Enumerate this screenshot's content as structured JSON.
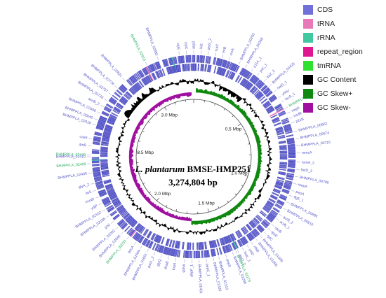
{
  "legend": {
    "items": [
      {
        "label": "CDS",
        "color": "#7070d8"
      },
      {
        "label": "tRNA",
        "color": "#e878b8"
      },
      {
        "label": "rRNA",
        "color": "#40c8a0"
      },
      {
        "label": "repeat_region",
        "color": "#e01890"
      },
      {
        "label": "tmRNA",
        "color": "#30e030"
      },
      {
        "label": "GC Content",
        "color": "#000000"
      },
      {
        "label": "GC Skew+",
        "color": "#108810"
      },
      {
        "label": "GC Skew-",
        "color": "#a010a0"
      }
    ]
  },
  "genome": {
    "species": "L. plantarum",
    "strain": "BMSE-HMP251",
    "size": "3,274,804 bp",
    "total_bp": 3274804,
    "tick_labels": [
      {
        "text": "0.5 Mbp",
        "bp": 500000
      },
      {
        "text": "1.0 Mbp",
        "bp": 1000000
      },
      {
        "text": "1.5 Mbp",
        "bp": 1500000
      },
      {
        "text": "2.0 Mbp",
        "bp": 2000000
      },
      {
        "text": "2.5 Mbp",
        "bp": 2500000
      },
      {
        "text": "3.0 Mbp",
        "bp": 3000000
      }
    ]
  },
  "gene_labels": [
    {
      "text": "clpE",
      "angle": 352,
      "green": false
    },
    {
      "text": "clpC",
      "angle": 356,
      "green": false
    },
    {
      "text": "asp2",
      "angle": 0,
      "green": false
    },
    {
      "text": "ilvE",
      "angle": 4,
      "green": false
    },
    {
      "text": "ptsG_2",
      "angle": 8,
      "green": false
    },
    {
      "text": "cutC",
      "angle": 12,
      "green": false
    },
    {
      "text": "fnrB",
      "angle": 16,
      "green": false
    },
    {
      "text": "uvrA",
      "angle": 20,
      "green": false
    },
    {
      "text": "BHMPPLA_00250",
      "angle": 26,
      "green": false
    },
    {
      "text": "BHMPPLA_00368",
      "angle": 30,
      "green": false
    },
    {
      "text": "p11A_1",
      "angle": 34,
      "green": false
    },
    {
      "text": "pac_1",
      "angle": 38,
      "green": false
    },
    {
      "text": "lrbZ_2",
      "angle": 43,
      "green": false
    },
    {
      "text": "BHMPPLA_00425",
      "angle": 47,
      "green": false
    },
    {
      "text": "helD_1",
      "angle": 51,
      "green": false
    },
    {
      "text": "yhhU",
      "angle": 55,
      "green": false
    },
    {
      "text": "lacA_1",
      "angle": 58,
      "green": false
    },
    {
      "text": "BHMPPLA_00561",
      "angle": 62,
      "green": true
    },
    {
      "text": "nagA",
      "angle": 65,
      "green": false
    },
    {
      "text": "hsdR",
      "angle": 68,
      "green": false
    },
    {
      "text": "p11B",
      "angle": 71,
      "green": false
    },
    {
      "text": "BHMPPLA_00662",
      "angle": 76,
      "green": false
    },
    {
      "text": "BHMPPLA_00674",
      "angle": 80,
      "green": false
    },
    {
      "text": "BHMPPLA_00716",
      "angle": 84,
      "green": false
    },
    {
      "text": "mmcA",
      "angle": 88,
      "green": false
    },
    {
      "text": "rumA_2",
      "angle": 93,
      "green": false
    },
    {
      "text": "lacD_2",
      "angle": 97,
      "green": false
    },
    {
      "text": "BHMPPLA_00785",
      "angle": 101,
      "green": false
    },
    {
      "text": "mepA",
      "angle": 105,
      "green": false
    },
    {
      "text": "pepA",
      "angle": 109,
      "green": false
    },
    {
      "text": "flgE_1",
      "angle": 112,
      "green": false
    },
    {
      "text": "BHMPPLA_00866",
      "angle": 116,
      "green": false
    },
    {
      "text": "BHMPPLA_00910",
      "angle": 120,
      "green": false
    },
    {
      "text": "acrB_2",
      "angle": 124,
      "green": false
    },
    {
      "text": "acrB_1",
      "angle": 127,
      "green": false
    },
    {
      "text": "rpoB",
      "angle": 131,
      "green": false
    },
    {
      "text": "rpsE",
      "angle": 134,
      "green": false
    },
    {
      "text": "rplC",
      "angle": 137,
      "green": false
    },
    {
      "text": "BHMPPLA_01039",
      "angle": 140,
      "green": false
    },
    {
      "text": "BHMPPLA_01086",
      "angle": 143,
      "green": false
    },
    {
      "text": "nfsB",
      "angle": 146,
      "green": false
    },
    {
      "text": "ytsD",
      "angle": 149,
      "green": false
    },
    {
      "text": "hutL_1",
      "angle": 152,
      "green": false
    },
    {
      "text": "glpO_2",
      "angle": 155,
      "green": false
    },
    {
      "text": "BHMPPLA_01206",
      "angle": 158,
      "green": false
    },
    {
      "text": "BHMPPLA_01179",
      "angle": 156,
      "green": true
    },
    {
      "text": "pepS",
      "angle": 162,
      "green": false
    },
    {
      "text": "BHMPPLA_01313",
      "angle": 166,
      "green": false
    },
    {
      "text": "BHMPPLA_01326",
      "angle": 169,
      "green": false
    },
    {
      "text": "pepC_1",
      "angle": 173,
      "green": false
    },
    {
      "text": "BHMPPLA_01451",
      "angle": 177,
      "green": false
    },
    {
      "text": "pbpF_1",
      "angle": 181,
      "green": false
    },
    {
      "text": "gdhA",
      "angle": 185,
      "green": false
    },
    {
      "text": "topA",
      "angle": 190,
      "green": false
    },
    {
      "text": "dnaB",
      "angle": 194,
      "green": false
    },
    {
      "text": "glyQ",
      "angle": 198,
      "green": false
    },
    {
      "text": "pacL_2",
      "angle": 202,
      "green": false
    },
    {
      "text": "BHMPPLA_01651",
      "angle": 206,
      "green": false
    },
    {
      "text": "BHMPPLA_01664",
      "angle": 210,
      "green": false
    },
    {
      "text": "pacA",
      "angle": 214,
      "green": false
    },
    {
      "text": "BHMPPLA_02033",
      "angle": 219,
      "green": true
    },
    {
      "text": "BHMPPLA_02065",
      "angle": 223,
      "green": false
    },
    {
      "text": "BHMPPLA_02082",
      "angle": 227,
      "green": false
    },
    {
      "text": "ptsI",
      "angle": 231,
      "green": false
    },
    {
      "text": "BHMPPLA_02185",
      "angle": 235,
      "green": false
    },
    {
      "text": "BHMPPLA_02162",
      "angle": 239,
      "green": false
    },
    {
      "text": "ydjP",
      "angle": 243,
      "green": false
    },
    {
      "text": "mvaD",
      "angle": 247,
      "green": false
    },
    {
      "text": "ileS",
      "angle": 251,
      "green": false
    },
    {
      "text": "glyA_2",
      "angle": 255,
      "green": false
    },
    {
      "text": "BHMPPLA_02400",
      "angle": 261,
      "green": false
    },
    {
      "text": "BHMPPLA_02409",
      "angle": 266,
      "green": true
    },
    {
      "text": "BHMPPLA_02410",
      "angle": 270,
      "green": false
    },
    {
      "text": "BHMPPLA_02440",
      "angle": 271,
      "green": true
    },
    {
      "text": "dinB",
      "angle": 276,
      "green": false
    },
    {
      "text": "cas9",
      "angle": 280,
      "green": false
    },
    {
      "text": "BHMPPLA_02618",
      "angle": 288,
      "green": false
    },
    {
      "text": "BHMPPLA_02640",
      "angle": 291,
      "green": false
    },
    {
      "text": "BHMPPLA_02698",
      "angle": 295,
      "green": false
    },
    {
      "text": "asnB_2",
      "angle": 299,
      "green": false
    },
    {
      "text": "BHMPPLA_02733",
      "angle": 303,
      "green": false
    },
    {
      "text": "BHMPPLA_02737",
      "angle": 307,
      "green": false
    },
    {
      "text": "BHMPPLA_02778",
      "angle": 312,
      "green": false
    },
    {
      "text": "BHMPPLA_02821",
      "angle": 318,
      "green": false
    },
    {
      "text": "BHMPPLA_02915",
      "angle": 333,
      "green": true
    },
    {
      "text": "BHMPPLA_02980",
      "angle": 340,
      "green": false
    }
  ]
}
